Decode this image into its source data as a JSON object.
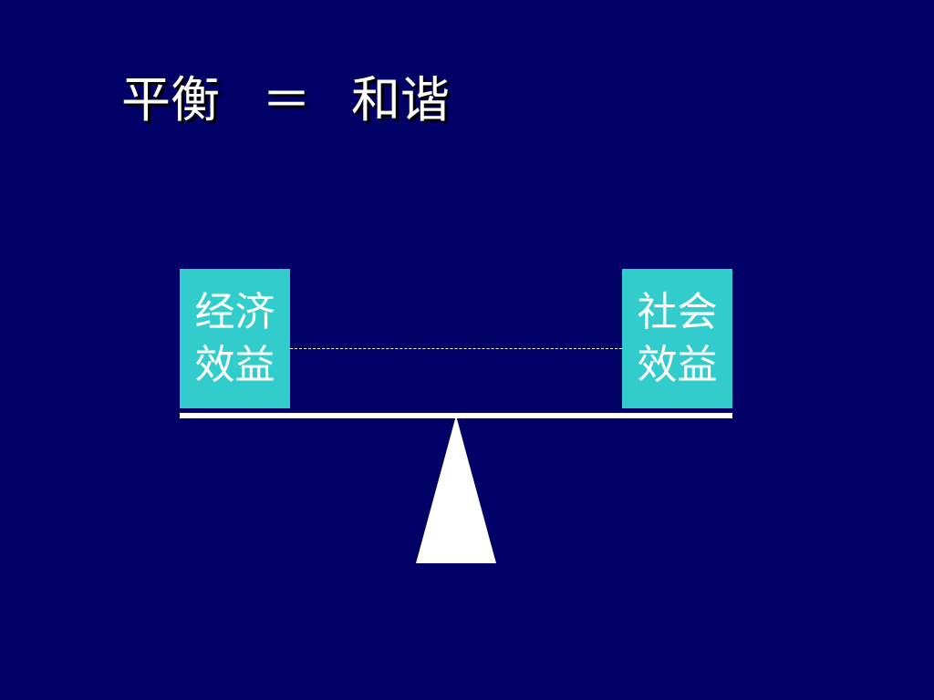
{
  "title": {
    "left": "平衡",
    "operator": "＝",
    "right": "和谐"
  },
  "balance": {
    "left_box": {
      "line1": "经济",
      "line2": "效益"
    },
    "right_box": {
      "line1": "社会",
      "line2": "效益"
    }
  },
  "colors": {
    "background": "#000066",
    "box": "#33cccc",
    "text": "#ffffff",
    "beam": "#ffffff"
  }
}
